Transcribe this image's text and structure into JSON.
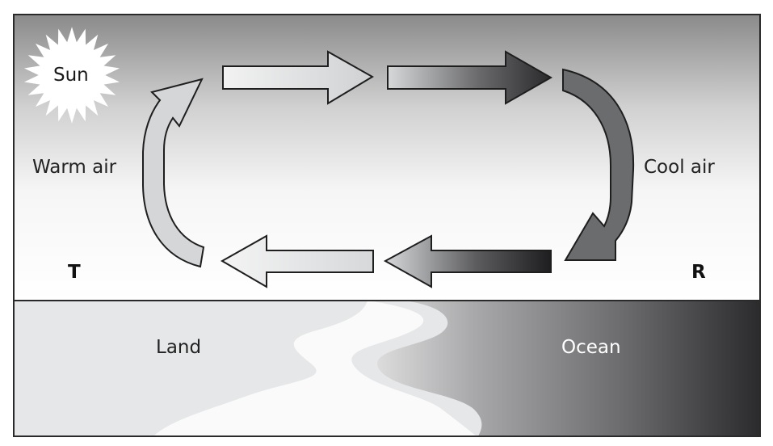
{
  "labels": {
    "sun": "Sun",
    "warm_air": "Warm air",
    "cool_air": "Cool air",
    "point_t": "T",
    "point_r": "R",
    "land": "Land",
    "ocean": "Ocean"
  },
  "colors": {
    "sky_top": "#8a8a8a",
    "sky_bottom": "#ffffff",
    "land": "#e6e7e8",
    "ocean_dark": "#2b2b2d",
    "arrow_light": "#d4d6d8",
    "arrow_dark": "#2e2e30",
    "cool_arrow": "#6b6c6e",
    "outline": "#1e1e1e"
  }
}
